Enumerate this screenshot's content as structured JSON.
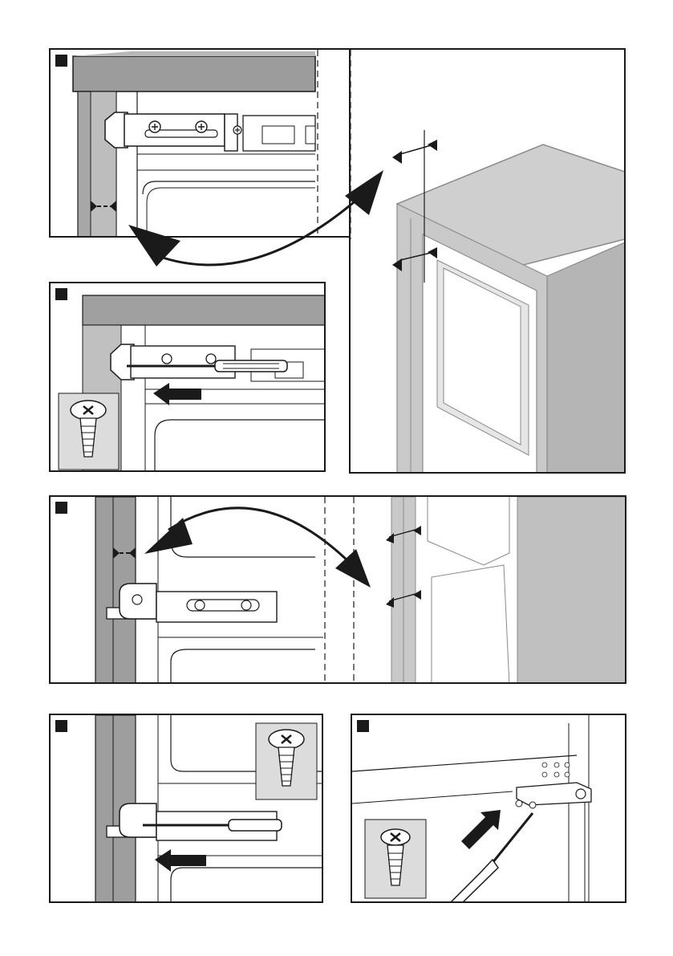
{
  "colors": {
    "line": "#1a1a1a",
    "panel_grey": "#a8a8a8",
    "light_grey": "#cfcfcf",
    "inset_grey": "#dcdcdc",
    "white": "#ffffff"
  },
  "panels": [
    {
      "id": "step-1",
      "marker_icon": "step-marker-square",
      "content": "hinge-bracket-top-detail"
    },
    {
      "id": "step-2",
      "marker_icon": "step-marker-square",
      "content": "screw-insertion-with-screwdriver"
    },
    {
      "id": "step-3",
      "marker_icon": "step-marker-square",
      "content": "side-gap-alignment"
    },
    {
      "id": "step-4",
      "marker_icon": "step-marker-square",
      "content": "screw-insertion-side"
    },
    {
      "id": "step-5",
      "marker_icon": "step-marker-square",
      "content": "bracket-screwing-under-top"
    }
  ],
  "icons": [
    "screw-icon",
    "screwdriver-icon",
    "direction-arrow-icon",
    "gap-measure-icon",
    "curved-arrow-icon",
    "refrigerator-icon",
    "hinge-bracket-icon"
  ]
}
